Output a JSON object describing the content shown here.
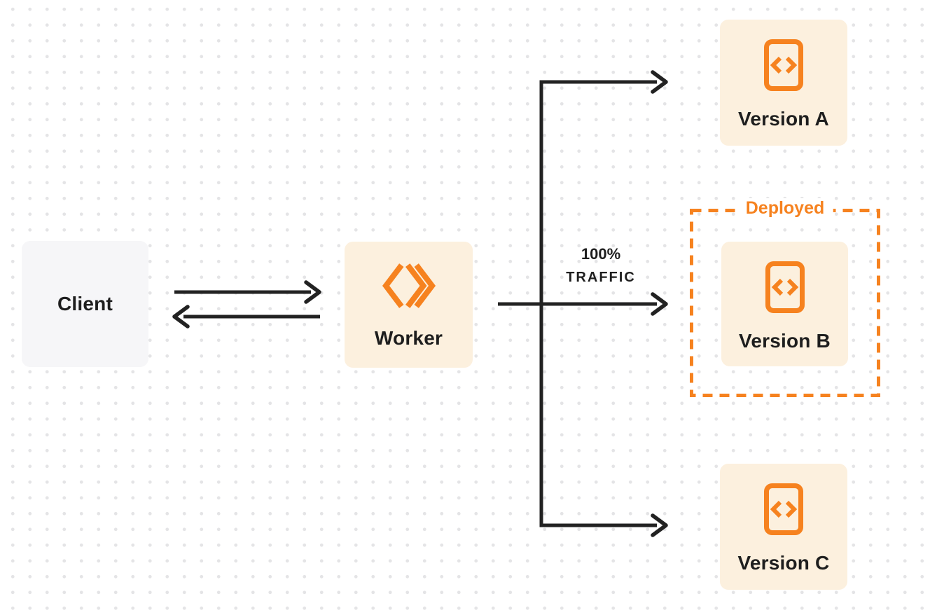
{
  "diagram": {
    "title": "worker-traffic-routing-diagram",
    "nodes": {
      "client": {
        "label": "Client"
      },
      "worker": {
        "label": "Worker"
      },
      "version_a": {
        "label": "Version A"
      },
      "version_b": {
        "label": "Version B"
      },
      "version_c": {
        "label": "Version C"
      }
    },
    "traffic_label": {
      "line1": "100%",
      "line2": "TRAFFIC"
    },
    "deployed_label": "Deployed",
    "edges": [
      "client -> worker",
      "worker -> client",
      "worker -> version_a",
      "worker -> version_b (100% TRAFFIC)",
      "worker -> version_c"
    ],
    "icons": {
      "worker": "double-chevron-icon",
      "versions": "code-file-icon"
    }
  },
  "colors": {
    "accent_orange": "#f6821f",
    "box_cream": "#fcf0de",
    "box_gray": "#f6f6f8",
    "line_dark": "#222222",
    "text_dark": "#1e1e1e",
    "dot_color": "#e4e4e6",
    "canvas_bg": "#ffffff"
  }
}
